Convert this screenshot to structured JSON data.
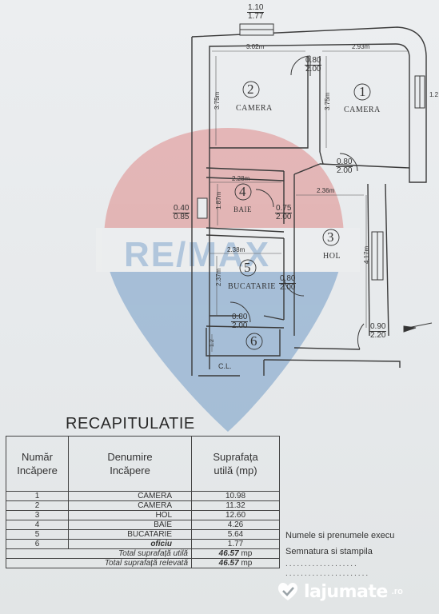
{
  "watermark": {
    "logo_text": "RE/MAX",
    "brand_site": "lajumate",
    "brand_tld": ".ro"
  },
  "plan": {
    "top_window": {
      "top": "1.10",
      "bottom": "1.77"
    },
    "right_window": "1.2",
    "rooms": [
      {
        "number": "1",
        "name": "CAMERA",
        "width": "2.93m",
        "length": "3.75m"
      },
      {
        "number": "2",
        "name": "CAMERA",
        "width": "3.02m",
        "length": "3.75m"
      },
      {
        "number": "3",
        "name": "HOL",
        "width": "2.36m",
        "length": "4.17m"
      },
      {
        "number": "4",
        "name": "BAIE",
        "width": "2.28m",
        "length": "1.87m"
      },
      {
        "number": "5",
        "name": "BUCATARIE",
        "width": "2.38m",
        "length": "2.37m"
      },
      {
        "number": "6",
        "name": "",
        "width": "",
        "length": "1.2"
      }
    ],
    "doors": [
      {
        "top": "0.80",
        "bottom": "2.00"
      },
      {
        "top": "0.80",
        "bottom": "2.00"
      },
      {
        "top": "0.75",
        "bottom": "2.00"
      },
      {
        "top": "0.80",
        "bottom": "2.00"
      },
      {
        "top": "0.80",
        "bottom": "2.00"
      },
      {
        "top": "0.90",
        "bottom": "2.20"
      }
    ],
    "window_baie": {
      "top": "0.40",
      "bottom": "0.85"
    },
    "cl_label": "C.L."
  },
  "recap": {
    "title": "RECAPITULATIE",
    "headers": [
      "Număr\nIncăpere",
      "Denumire\nIncăpere",
      "Suprafața\nutilă (mp)"
    ],
    "rows": [
      {
        "nr": "1",
        "name": "CAMERA",
        "area": "10.98"
      },
      {
        "nr": "2",
        "name": "CAMERA",
        "area": "11.32"
      },
      {
        "nr": "3",
        "name": "HOL",
        "area": "12.60"
      },
      {
        "nr": "4",
        "name": "BAIE",
        "area": "4.26"
      },
      {
        "nr": "5",
        "name": "BUCATARIE",
        "area": "5.64"
      },
      {
        "nr": "6",
        "name": "oficiu",
        "area": "1.77"
      }
    ],
    "total_util_label": "Total suprafață utilă",
    "total_util_value": "46.57",
    "total_util_unit": "mp",
    "total_relevata_label": "Total suprafață relevată",
    "total_relevata_value": "46.57",
    "total_relevata_unit": "mp"
  },
  "signature": {
    "name_label": "Numele si prenumele execu",
    "sign_label": "Semnatura si stampila",
    "dots1": "...................",
    "dots2": "......................"
  },
  "colors": {
    "wall": "#3a3a3a",
    "remax_red": "#d9534f",
    "remax_blue": "#2f6fb3"
  }
}
